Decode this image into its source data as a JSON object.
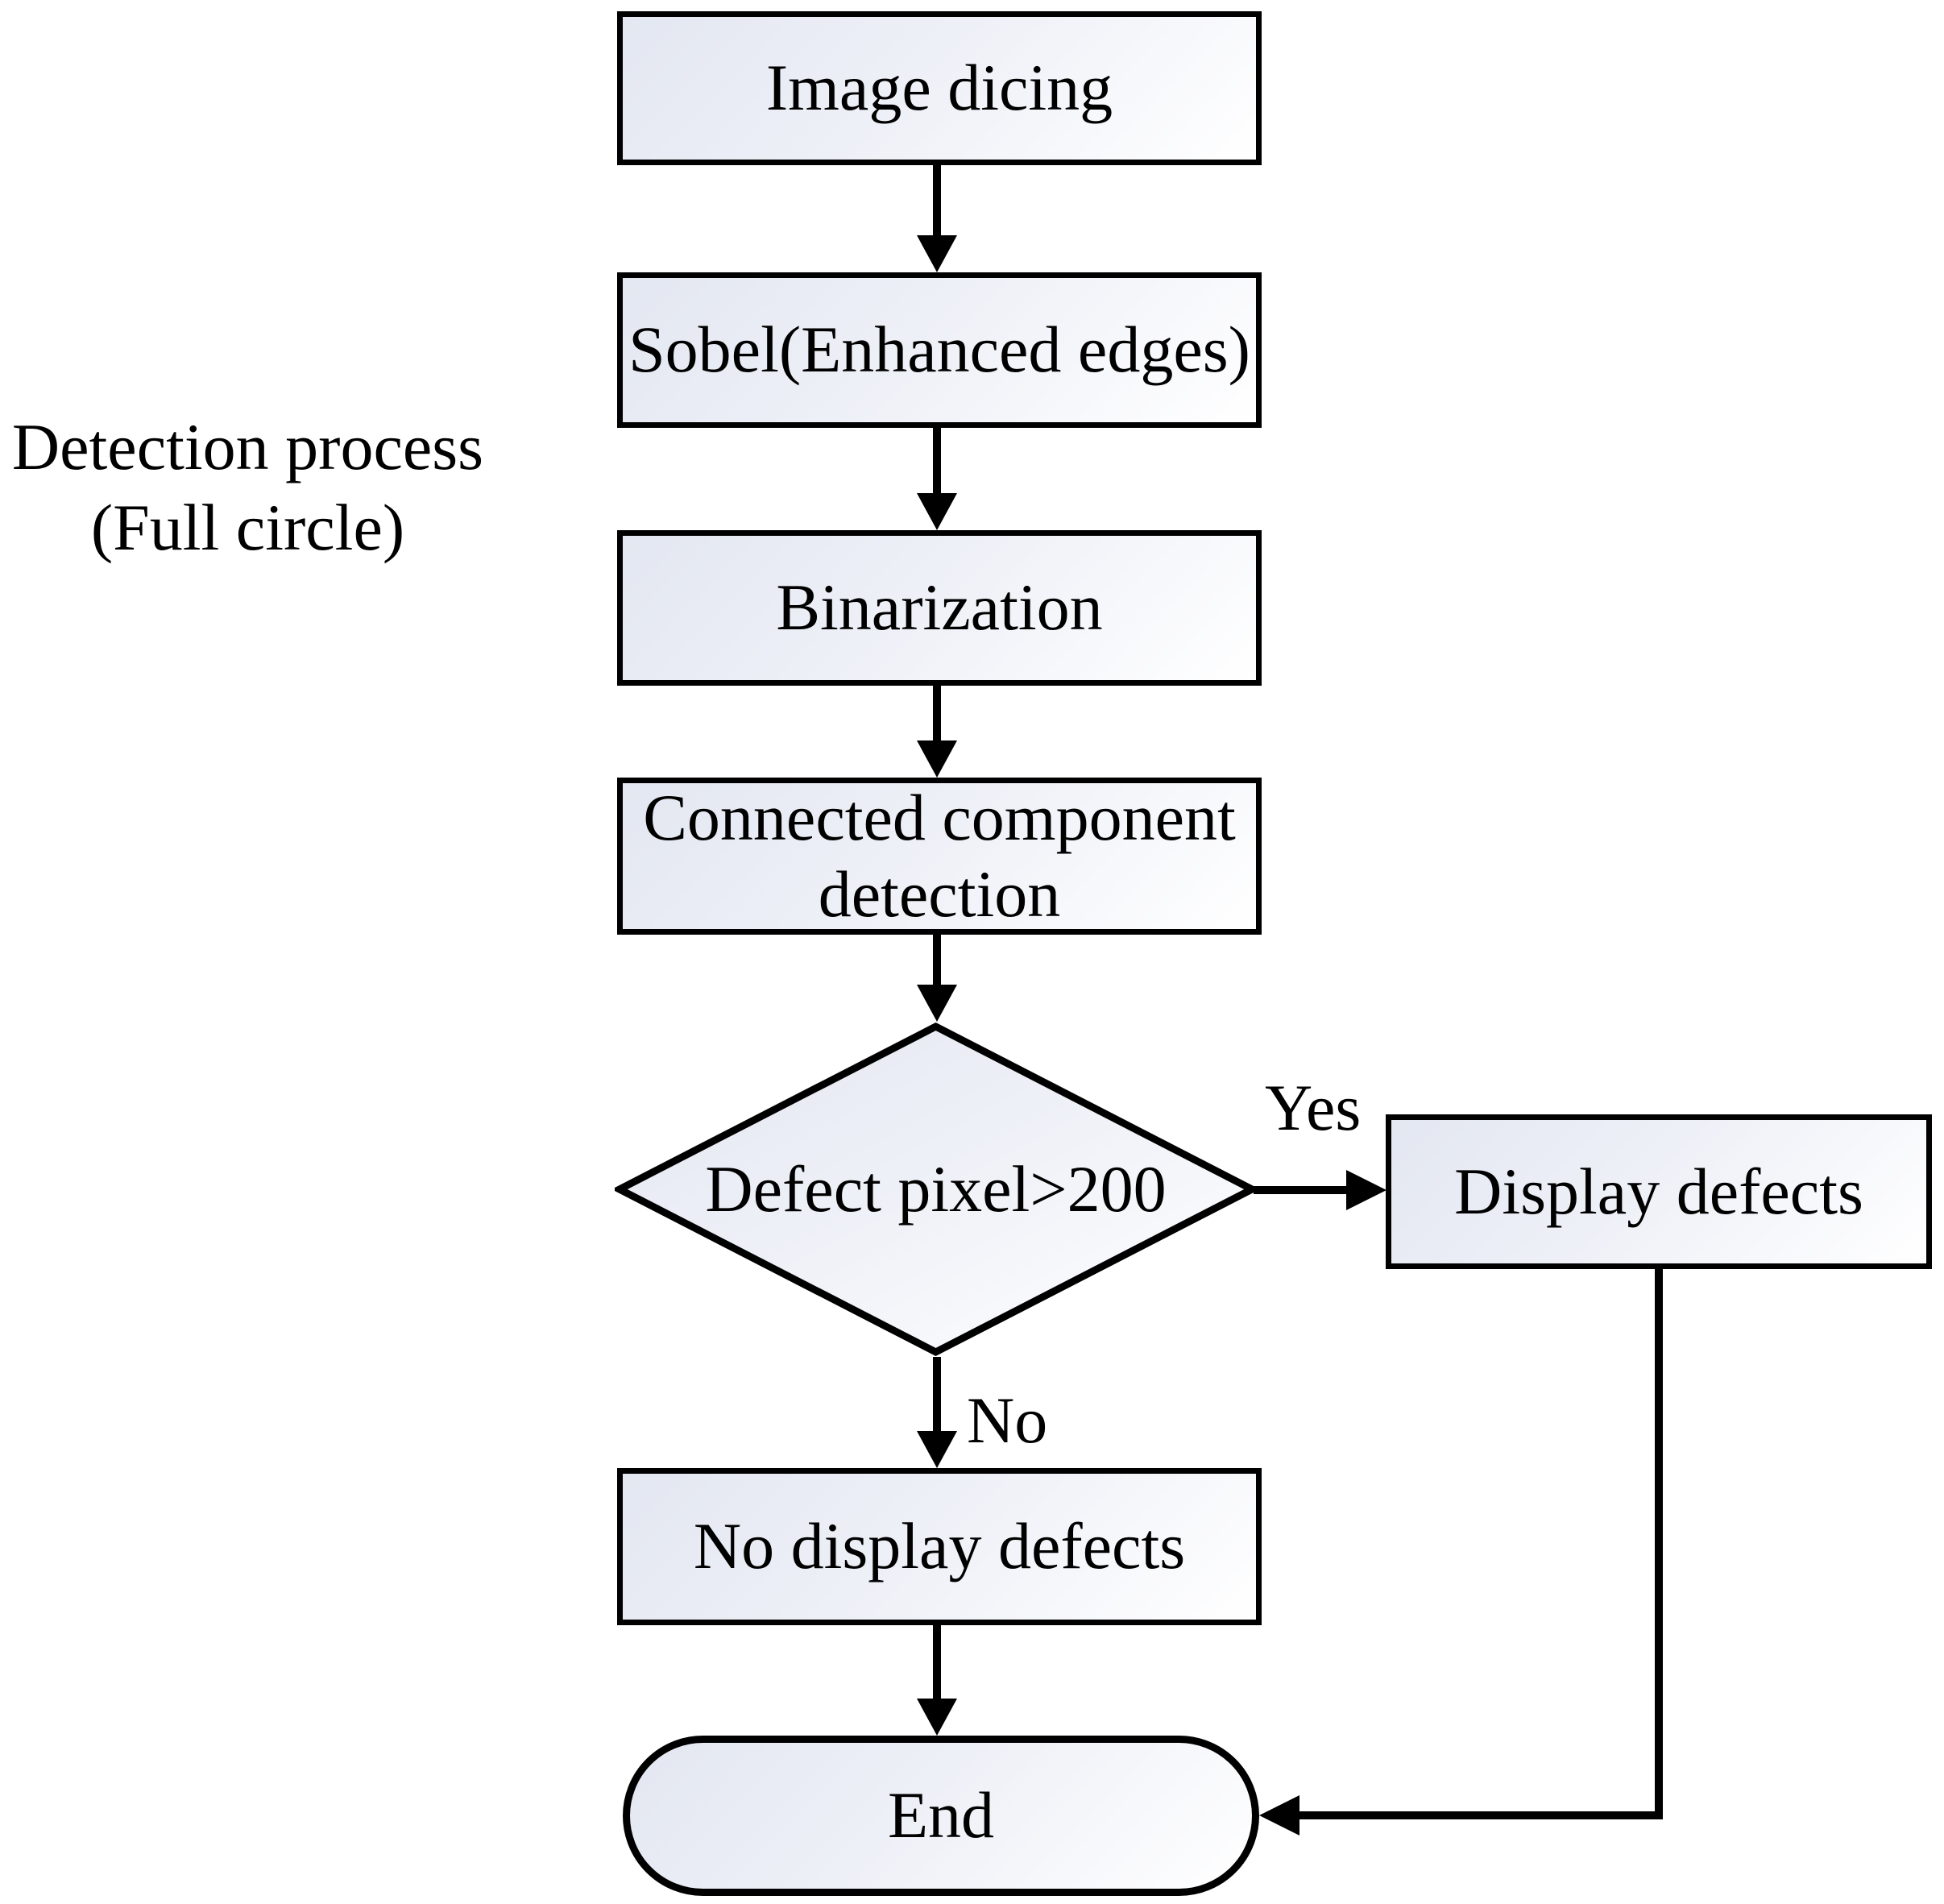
{
  "figure": {
    "background_color": "#ffffff",
    "line_color": "#000000",
    "node_fill_gradient_start": "#e3e7f1",
    "node_fill_gradient_end": "#ffffff",
    "side_label": {
      "line1": "Detection process",
      "line2": "(Full circle)"
    },
    "nodes": {
      "image_dicing": {
        "label": "Image dicing",
        "shape": "rectangle"
      },
      "sobel": {
        "label": "Sobel(Enhanced edges)",
        "shape": "rectangle"
      },
      "binarization": {
        "label": "Binarization",
        "shape": "rectangle"
      },
      "connected_component": {
        "label": "Connected component detection",
        "shape": "rectangle"
      },
      "decision": {
        "label": "Defect pixel>200",
        "shape": "diamond"
      },
      "display_defects": {
        "label": "Display defects",
        "shape": "rectangle"
      },
      "no_display_defects": {
        "label": "No display defects",
        "shape": "rectangle"
      },
      "end": {
        "label": "End",
        "shape": "terminator"
      }
    },
    "edge_labels": {
      "yes": "Yes",
      "no": "No"
    }
  }
}
